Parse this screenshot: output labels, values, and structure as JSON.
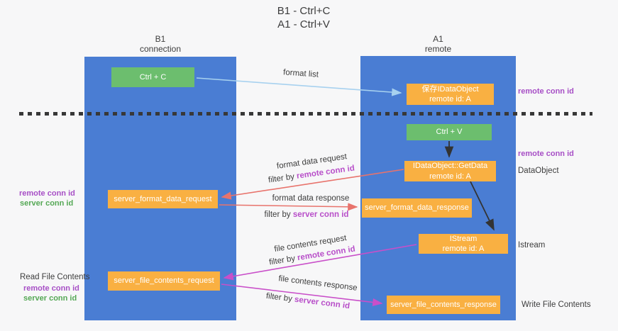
{
  "title": {
    "line1": "B1 - Ctrl+C",
    "line2": "A1 - Ctrl+V"
  },
  "columns": {
    "b1": {
      "name": "B1",
      "subtitle": "connection"
    },
    "a1": {
      "name": "A1",
      "subtitle": "remote"
    }
  },
  "nodes": {
    "ctrl_c": "Ctrl + C",
    "ctrl_v": "Ctrl + V",
    "save_idataobject": {
      "line1": "保存IDataObject",
      "line2": "remote id: A"
    },
    "getdata": {
      "line1": "IDataObject::GetData",
      "line2": "remote id: A"
    },
    "istream": {
      "line1": "IStream",
      "line2": "remote id: A"
    },
    "format_request": "server_format_data_request",
    "format_response": "server_format_data_response",
    "file_request": "server_file_contents_request",
    "file_response": "server_file_contents_response"
  },
  "side_labels": {
    "right_remote_conn_top": "remote conn id",
    "right_remote_conn_mid": "remote conn id",
    "dataobject": "DataObject",
    "istream": "Istream",
    "write_file_contents": "Write File Contents",
    "left_remote_conn_1": "remote conn id",
    "left_server_conn_1": "server conn id",
    "read_file_contents": "Read File Contents",
    "left_remote_conn_2": "remote conn id",
    "left_server_conn_2": "server conn id"
  },
  "arrow_labels": {
    "format_list": "format list",
    "format_data_request": "format data request",
    "filter_prefix_1": "filter by ",
    "filter_value_1": "remote conn id",
    "format_data_response": "format data response",
    "filter_prefix_2": "filter by ",
    "filter_value_2": "server conn id",
    "file_contents_request": "file contents request",
    "filter_prefix_3": "filter by ",
    "filter_value_3": "remote conn id",
    "file_contents_response": "file contents response",
    "filter_prefix_4": "filter by ",
    "filter_value_4": "server conn id"
  },
  "colors": {
    "column_blue": "#4a7dd3",
    "node_green": "#6cbe6e",
    "node_orange": "#f9b042",
    "arrow_light_blue": "#a7d1ef",
    "arrow_salmon": "#e8736c",
    "arrow_magenta": "#c94fc9",
    "arrow_black": "#333333",
    "text_purple": "#a74fc6",
    "text_green": "#55a855",
    "background": "#f7f7f8"
  }
}
